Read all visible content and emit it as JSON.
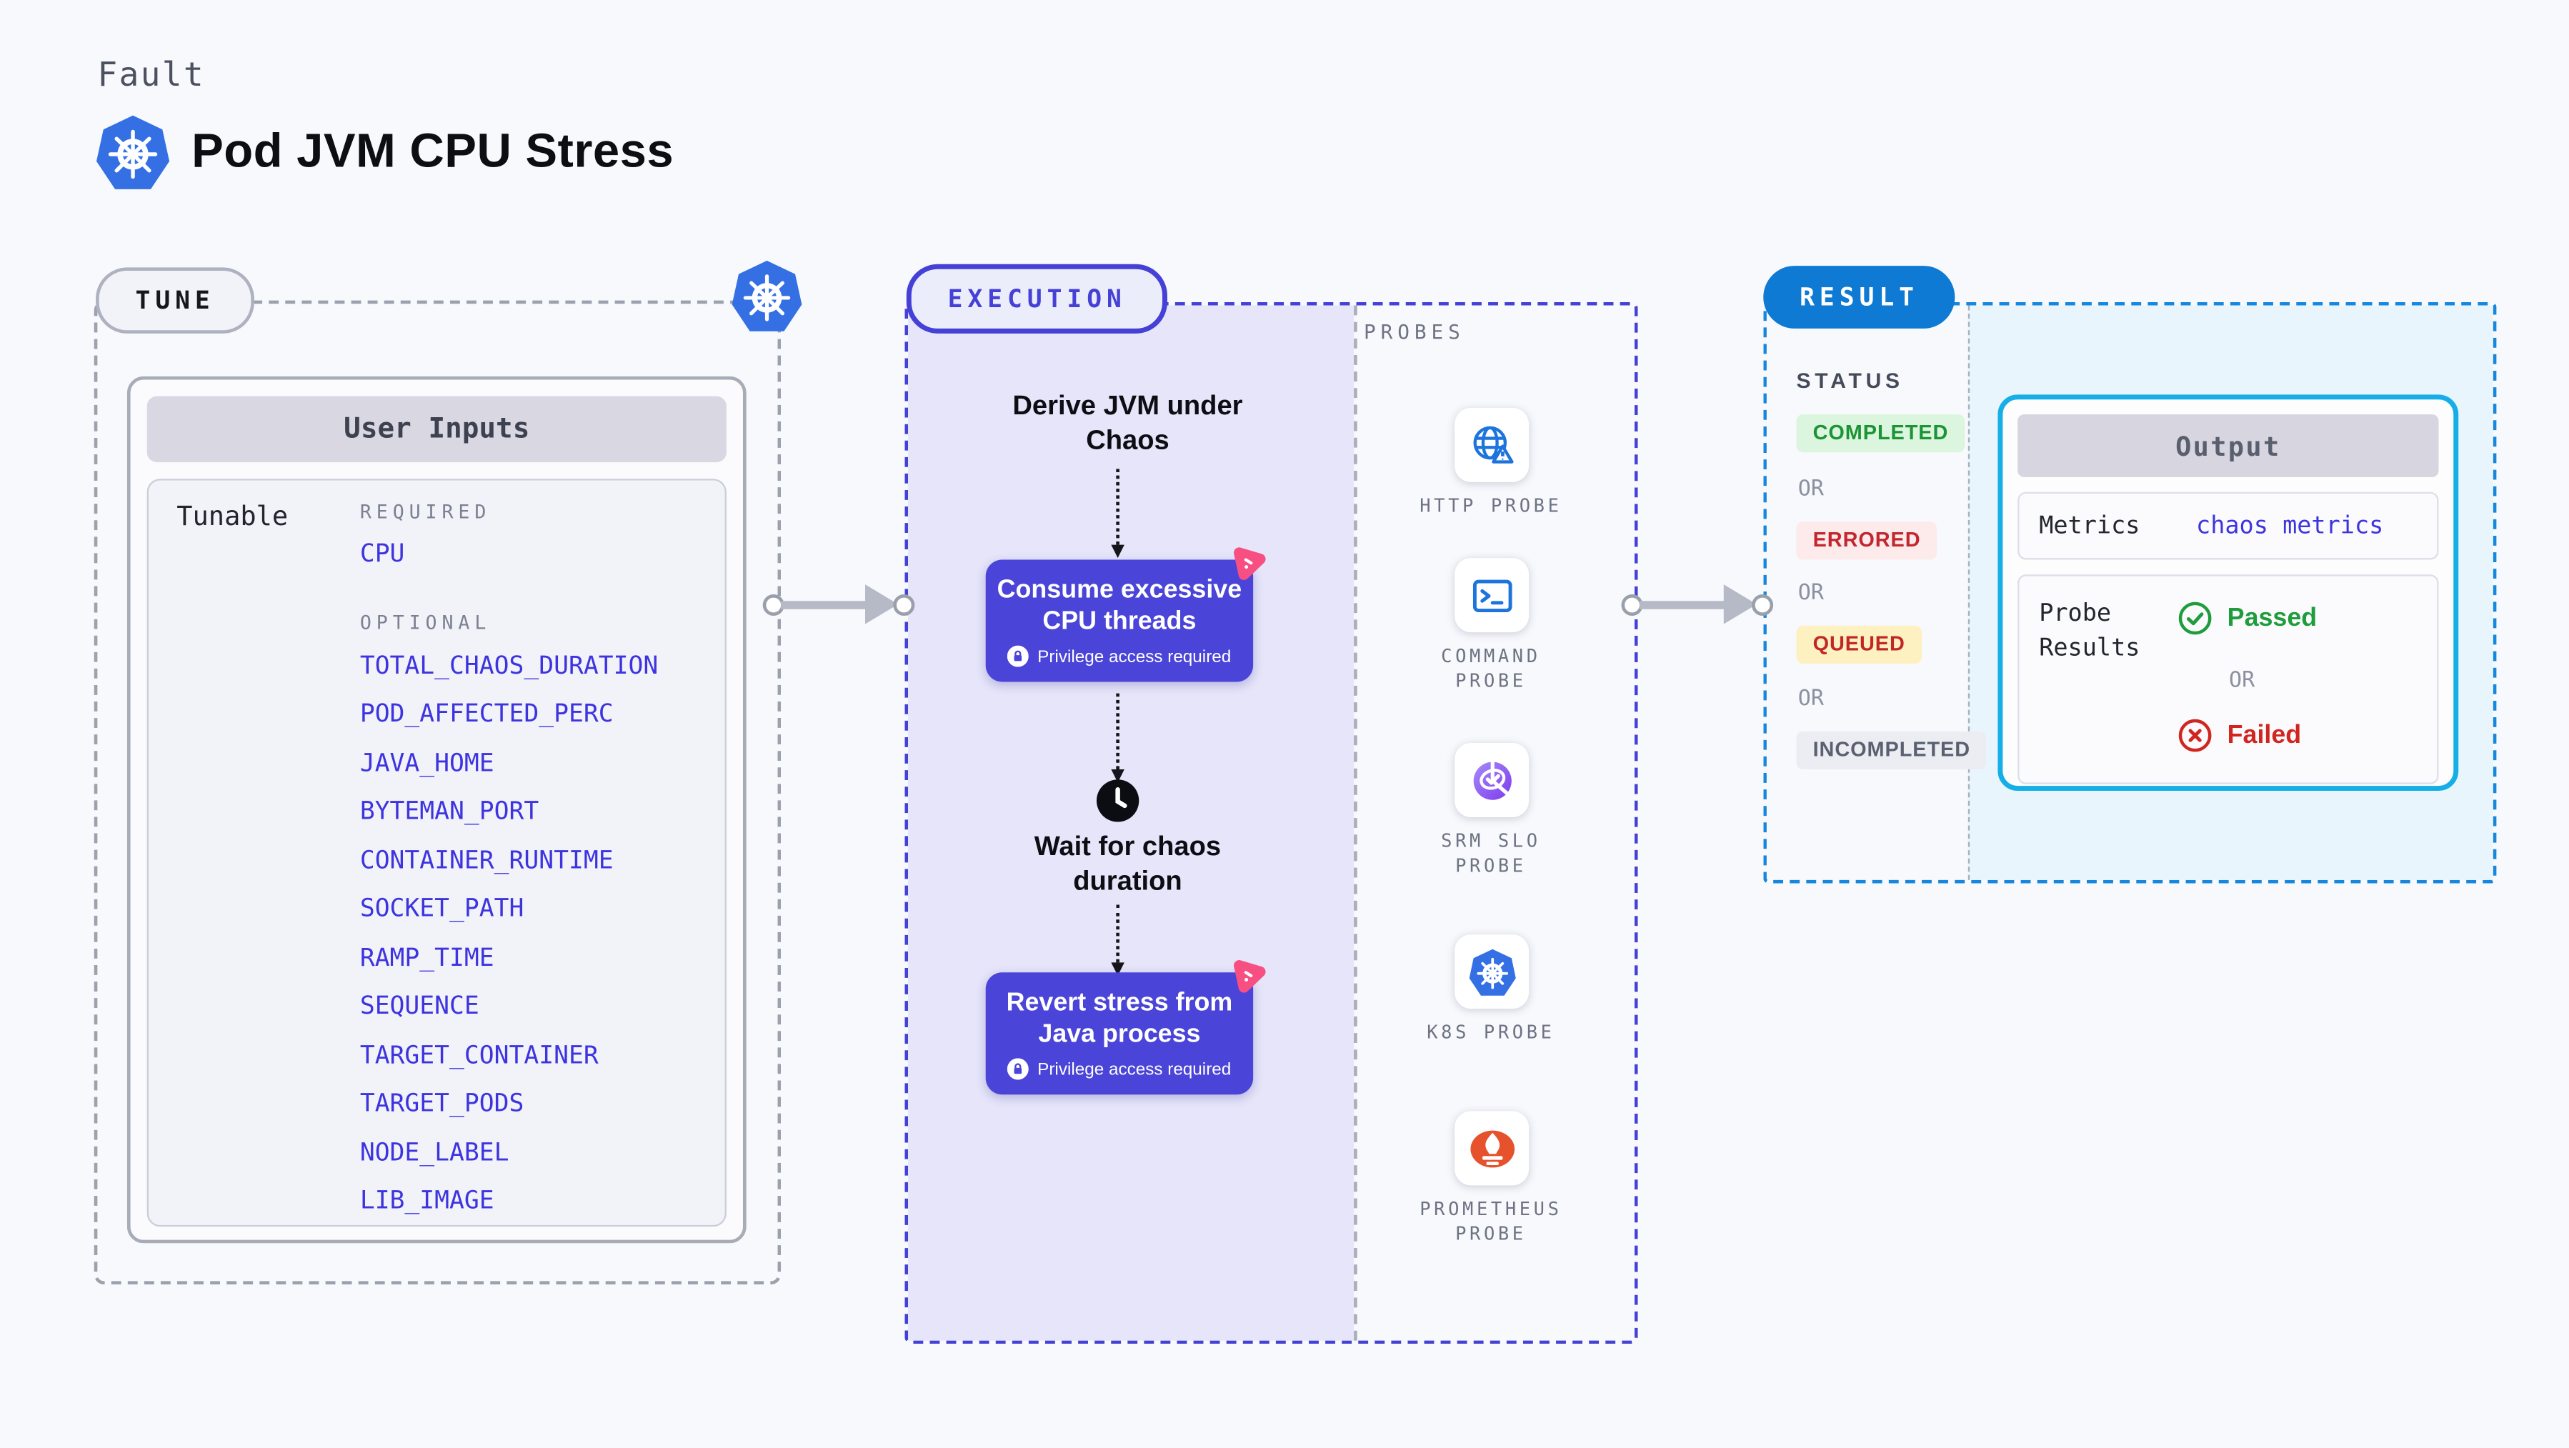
{
  "header": {
    "kind": "Fault",
    "title": "Pod JVM CPU Stress"
  },
  "tune": {
    "label": "TUNE",
    "card_title": "User Inputs",
    "row_label": "Tunable",
    "required_label": "REQUIRED",
    "required_items": [
      "CPU"
    ],
    "optional_label": "OPTIONAL",
    "optional_items": [
      "TOTAL_CHAOS_DURATION",
      "POD_AFFECTED_PERC",
      "JAVA_HOME",
      "BYTEMAN_PORT",
      "CONTAINER_RUNTIME",
      "SOCKET_PATH",
      "RAMP_TIME",
      "SEQUENCE",
      "TARGET_CONTAINER",
      "TARGET_PODS",
      "NODE_LABEL",
      "LIB_IMAGE"
    ]
  },
  "execution": {
    "label": "EXECUTION",
    "derive_step": "Derive JVM under Chaos",
    "consume_step": {
      "title": "Consume excessive CPU threads",
      "badge": "Privilege access required"
    },
    "wait_step": "Wait for chaos duration",
    "revert_step": {
      "title": "Revert stress from Java process",
      "badge": "Privilege access required"
    }
  },
  "probes": {
    "label": "PROBES",
    "items": [
      {
        "label": "HTTP PROBE",
        "icon": "globe-alert-icon"
      },
      {
        "label": "COMMAND PROBE",
        "icon": "terminal-icon"
      },
      {
        "label": "SRM SLO PROBE",
        "icon": "slo-pie-check-icon"
      },
      {
        "label": "K8S PROBE",
        "icon": "kubernetes-icon"
      },
      {
        "label": "PROMETHEUS PROBE",
        "icon": "prometheus-flame-icon"
      }
    ]
  },
  "result": {
    "label": "RESULT",
    "status_label": "STATUS",
    "or_label": "OR",
    "statuses": [
      {
        "label": "COMPLETED",
        "fg": "#1b9436",
        "bg": "#dcf5de"
      },
      {
        "label": "ERRORED",
        "fg": "#c2262e",
        "bg": "#fdeaea"
      },
      {
        "label": "QUEUED",
        "fg": "#c22728",
        "bg": "#fdf1c1"
      },
      {
        "label": "INCOMPLETED",
        "fg": "#5a6070",
        "bg": "#ebedf3"
      }
    ],
    "output": {
      "title": "Output",
      "metrics_label": "Metrics",
      "metrics_value": "chaos metrics",
      "probe_results_label": "Probe Results",
      "passed_label": "Passed",
      "failed_label": "Failed",
      "or_label": "OR"
    }
  },
  "colors": {
    "kubernetes_blue": "#3470e4",
    "accent_indigo": "#4a44d8",
    "execution_border": "#4540d6",
    "result_blue": "#0e7ad3",
    "output_border": "#15aee7",
    "probe_icon_blue": "#1d74dd",
    "prometheus_orange": "#e6522c",
    "srm_purple": "#7c3aed",
    "litmus_pink": "#f74f82",
    "passed_green": "#1f9c3b",
    "failed_red": "#d2251f",
    "variable_link": "#3d34e0"
  }
}
